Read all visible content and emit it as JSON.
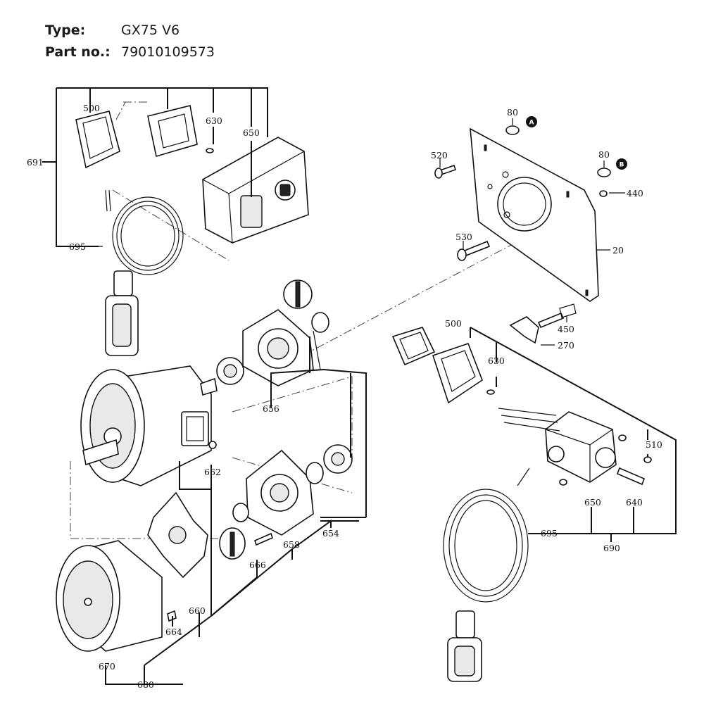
{
  "header": {
    "type_label": "Type:",
    "type_value": "GX75 V6",
    "part_label": "Part no.:",
    "part_value": "79010109573"
  },
  "callouts": {
    "c500a": "500",
    "c630a": "630",
    "c650a": "650",
    "c691": "691",
    "c695a": "695",
    "c80a": "80",
    "c80b": "80",
    "c520": "520",
    "c440": "440",
    "c530": "530",
    "c20": "20",
    "c450": "450",
    "c270": "270",
    "c500b": "500",
    "c630b": "630",
    "c510": "510",
    "c650b": "650",
    "c640": "640",
    "c695b": "695",
    "c690": "690",
    "c656": "656",
    "c662": "662",
    "c654": "654",
    "c658": "658",
    "c666": "666",
    "c660": "660",
    "c664": "664",
    "c670": "670",
    "c680": "680"
  },
  "markers": {
    "A": "A",
    "B": "B"
  }
}
